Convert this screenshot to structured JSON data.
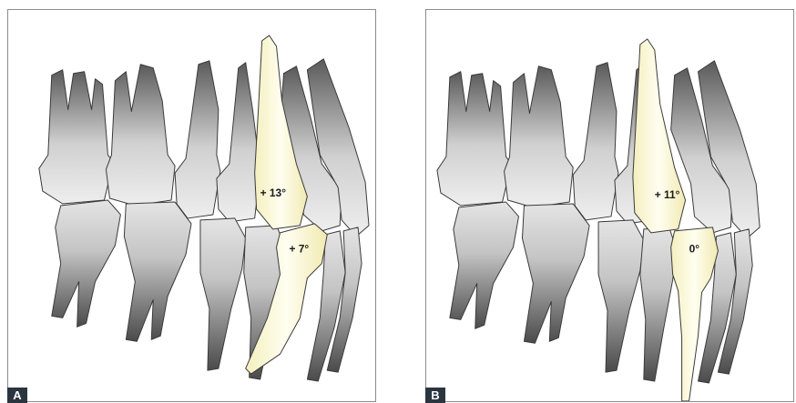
{
  "panels": [
    {
      "label": "A",
      "upper_canine_angle": "+ 13°",
      "lower_canine_angle": "+ 7°"
    },
    {
      "label": "B",
      "upper_canine_angle": "+ 11°",
      "lower_canine_angle": "0°"
    }
  ],
  "colors": {
    "tooth_gray": "#9a9a9a",
    "canine_highlight": "#fdfbe0",
    "tooth_outline": "#3a3a3a",
    "frame_border": "#8c8c8c",
    "tag_background": "#2a3540"
  }
}
